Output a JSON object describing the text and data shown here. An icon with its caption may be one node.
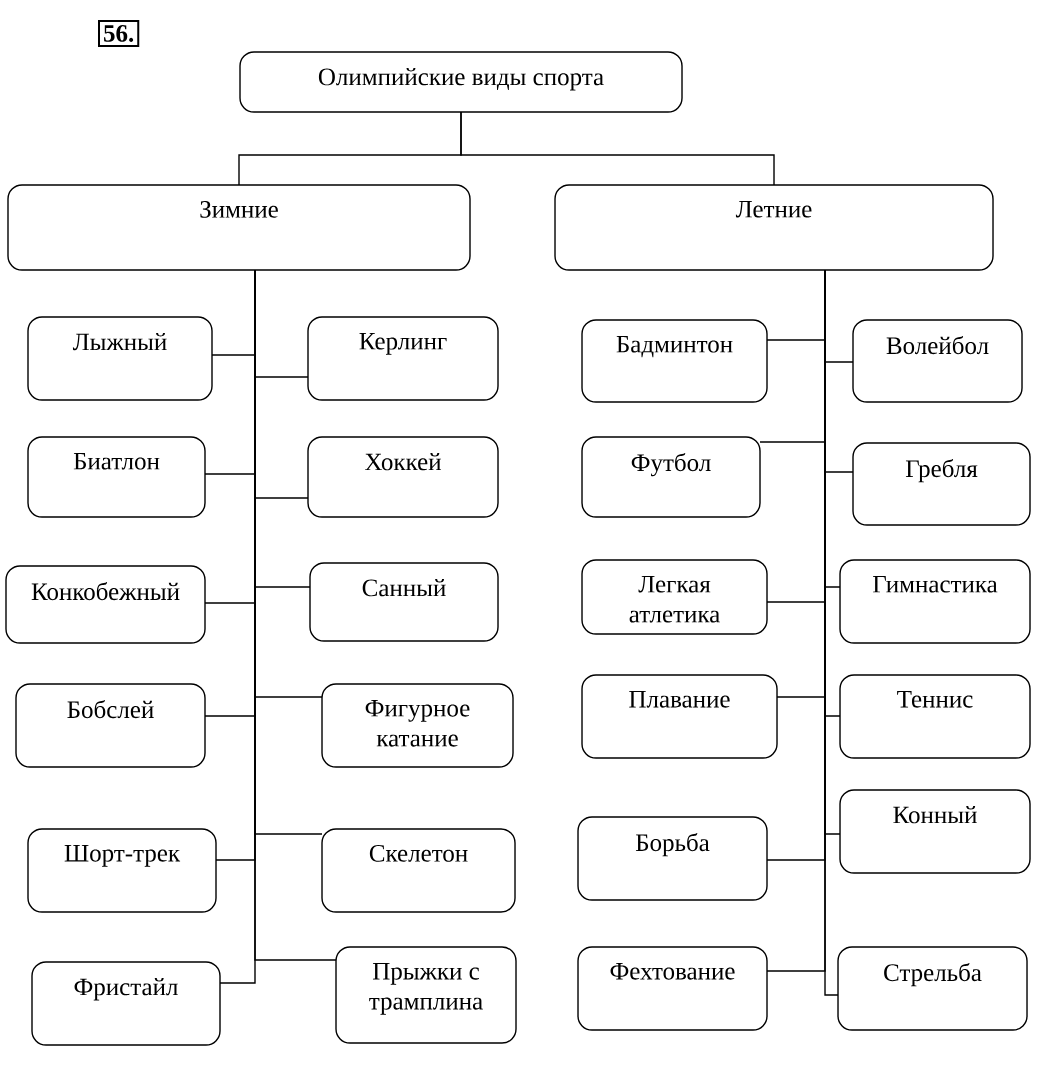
{
  "diagram": {
    "nodes": [
      {
        "text": [
          "Олимпийские виды спорта"
        ]
      },
      {
        "text": [
          "Зимние"
        ]
      },
      {
        "text": [
          "Летние"
        ]
      },
      {
        "text": [
          "Лыжный"
        ]
      },
      {
        "text": [
          "Керлинг"
        ]
      },
      {
        "text": [
          "Биатлон"
        ]
      },
      {
        "text": [
          "Хоккей"
        ]
      },
      {
        "text": [
          "Конкобежный"
        ]
      },
      {
        "text": [
          "Санный"
        ]
      },
      {
        "text": [
          "Бобслей"
        ]
      },
      {
        "text": [
          "Фигурное катание"
        ]
      },
      {
        "text": [
          "Шорт-трек"
        ]
      },
      {
        "text": [
          "Скелетон"
        ]
      },
      {
        "text": [
          "Фристайл"
        ]
      },
      {
        "text": [
          "Прыжки с трамплина"
        ]
      },
      {
        "text": [
          "Бадминтон"
        ]
      },
      {
        "text": [
          "Волейбол"
        ]
      },
      {
        "text": [
          "Футбол"
        ]
      },
      {
        "text": [
          "Гребля"
        ]
      },
      {
        "text": [
          "Легкая атлетика"
        ]
      },
      {
        "text": [
          "Гимнастика"
        ]
      },
      {
        "text": [
          "Плавание"
        ]
      },
      {
        "text": [
          "Теннис"
        ]
      },
      {
        "text": [
          "Борьба"
        ]
      },
      {
        "text": [
          "Конный"
        ]
      },
      {
        "text": [
          "Фехтование"
        ]
      },
      {
        "text": [
          "Стрельба"
        ]
      }
    ],
    "edges": [
      {
        "from": 0,
        "to": 1,
        "arrow": "none"
      },
      {
        "from": 0,
        "to": 2,
        "arrow": "none"
      },
      {
        "from": 1,
        "to": 3,
        "arrow": "none"
      },
      {
        "from": 1,
        "to": 4,
        "arrow": "none"
      },
      {
        "from": 1,
        "to": 5,
        "arrow": "none"
      },
      {
        "from": 1,
        "to": 6,
        "arrow": "none"
      },
      {
        "from": 1,
        "to": 7,
        "arrow": "none"
      },
      {
        "from": 1,
        "to": 8,
        "arrow": "none"
      },
      {
        "from": 1,
        "to": 9,
        "arrow": "none"
      },
      {
        "from": 1,
        "to": 10,
        "arrow": "none"
      },
      {
        "from": 1,
        "to": 11,
        "arrow": "none"
      },
      {
        "from": 1,
        "to": 12,
        "arrow": "none"
      },
      {
        "from": 1,
        "to": 13,
        "arrow": "none"
      },
      {
        "from": 1,
        "to": 14,
        "arrow": "none"
      },
      {
        "from": 2,
        "to": 15,
        "arrow": "none"
      },
      {
        "from": 2,
        "to": 16,
        "arrow": "none"
      },
      {
        "from": 2,
        "to": 17,
        "arrow": "none"
      },
      {
        "from": 2,
        "to": 18,
        "arrow": "none"
      },
      {
        "from": 2,
        "to": 19,
        "arrow": "none"
      },
      {
        "from": 2,
        "to": 20,
        "arrow": "none"
      },
      {
        "from": 2,
        "to": 21,
        "arrow": "none"
      },
      {
        "from": 2,
        "to": 22,
        "arrow": "none"
      },
      {
        "from": 2,
        "to": 23,
        "arrow": "none"
      },
      {
        "from": 2,
        "to": 24,
        "arrow": "none"
      },
      {
        "from": 2,
        "to": 25,
        "arrow": "none"
      },
      {
        "from": 2,
        "to": 26,
        "arrow": "none"
      }
    ],
    "labels": [
      "56."
    ]
  }
}
